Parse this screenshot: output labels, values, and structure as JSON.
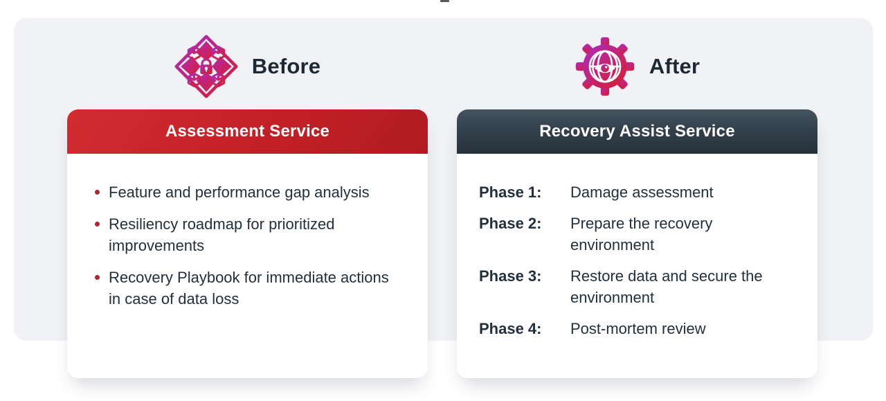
{
  "page": {
    "panel_background": "#f1f2f5",
    "card_background": "#ffffff",
    "text_color": "#21303c",
    "icon_gradient_start": "#a62cc6",
    "icon_gradient_end": "#d31f30"
  },
  "columns": {
    "before": {
      "heading": "Before",
      "icon": "security-rosette-lock-icon",
      "card": {
        "title": "Assessment Service",
        "header_gradient_start": "#d22c31",
        "header_gradient_end": "#b01c22",
        "bullet_color": "#b2252a",
        "bullets": [
          "Feature and performance gap analysis",
          "Resiliency roadmap for prioritized improvements",
          "Recovery Playbook for immediate actions in case of data loss"
        ]
      }
    },
    "after": {
      "heading": "After",
      "icon": "gear-globe-eye-icon",
      "card": {
        "title": "Recovery Assist Service",
        "header_gradient_start": "#46545f",
        "header_gradient_end": "#25323c",
        "phases": [
          {
            "label": "Phase 1:",
            "description": "Damage assessment"
          },
          {
            "label": "Phase 2:",
            "description": "Prepare the recovery environment"
          },
          {
            "label": "Phase 3:",
            "description": "Restore data and secure the environment"
          },
          {
            "label": "Phase 4:",
            "description": "Post-mortem review"
          }
        ]
      }
    }
  }
}
